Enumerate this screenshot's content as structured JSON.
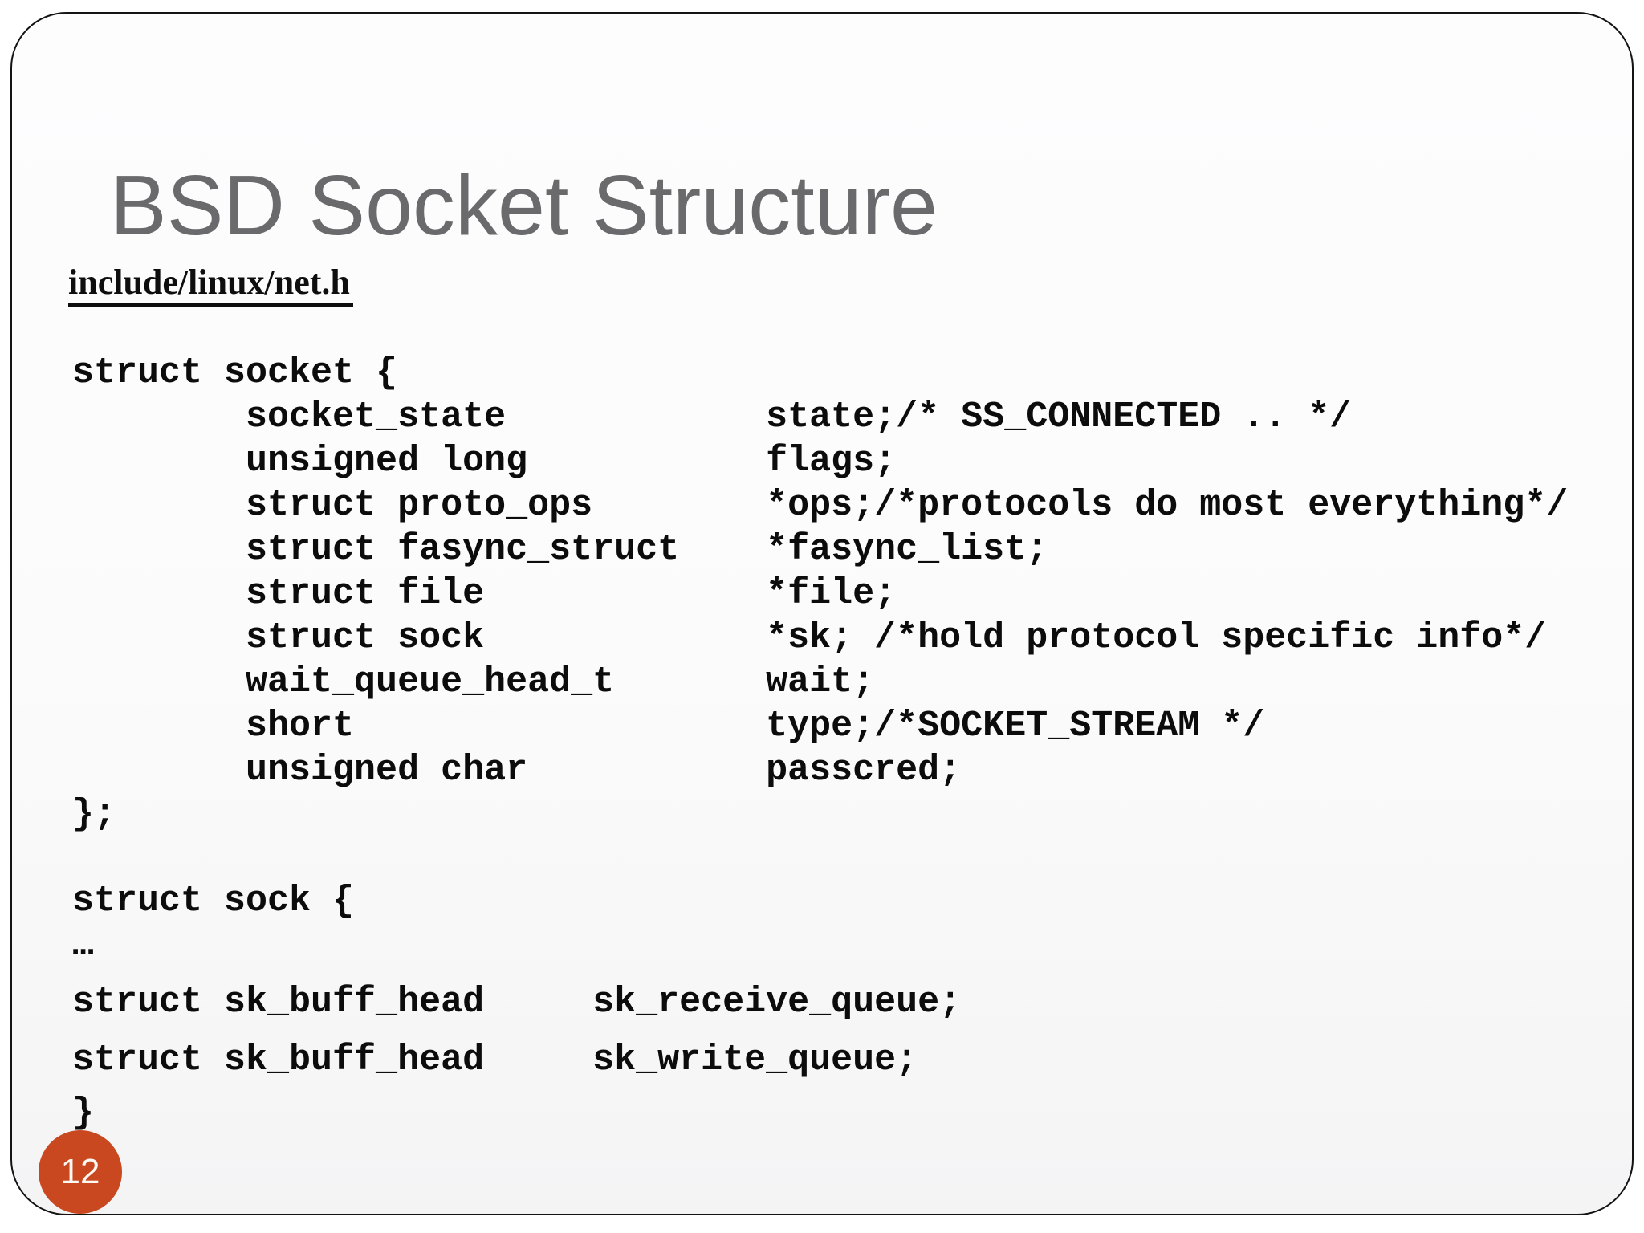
{
  "slide": {
    "title": "BSD Socket Structure",
    "header_file": "include/linux/net.h",
    "page_number": "12",
    "accent_color": "#c9481f",
    "title_color": "#6a6a6d",
    "code_color": "#0c0c0c"
  },
  "code": {
    "struct_socket": [
      "struct socket {",
      "        socket_state            state;/* SS_CONNECTED .. */",
      "        unsigned long           flags;",
      "        struct proto_ops        *ops;/*protocols do most everything*/",
      "        struct fasync_struct    *fasync_list;",
      "        struct file             *file;",
      "        struct sock             *sk; /*hold protocol specific info*/",
      "        wait_queue_head_t       wait;",
      "        short                   type;/*SOCKET_STREAM */",
      "        unsigned char           passcred;",
      "};"
    ],
    "struct_sock": [
      "struct sock {",
      "…",
      "struct sk_buff_head     sk_receive_queue;",
      "struct sk_buff_head     sk_write_queue;",
      "}"
    ]
  }
}
